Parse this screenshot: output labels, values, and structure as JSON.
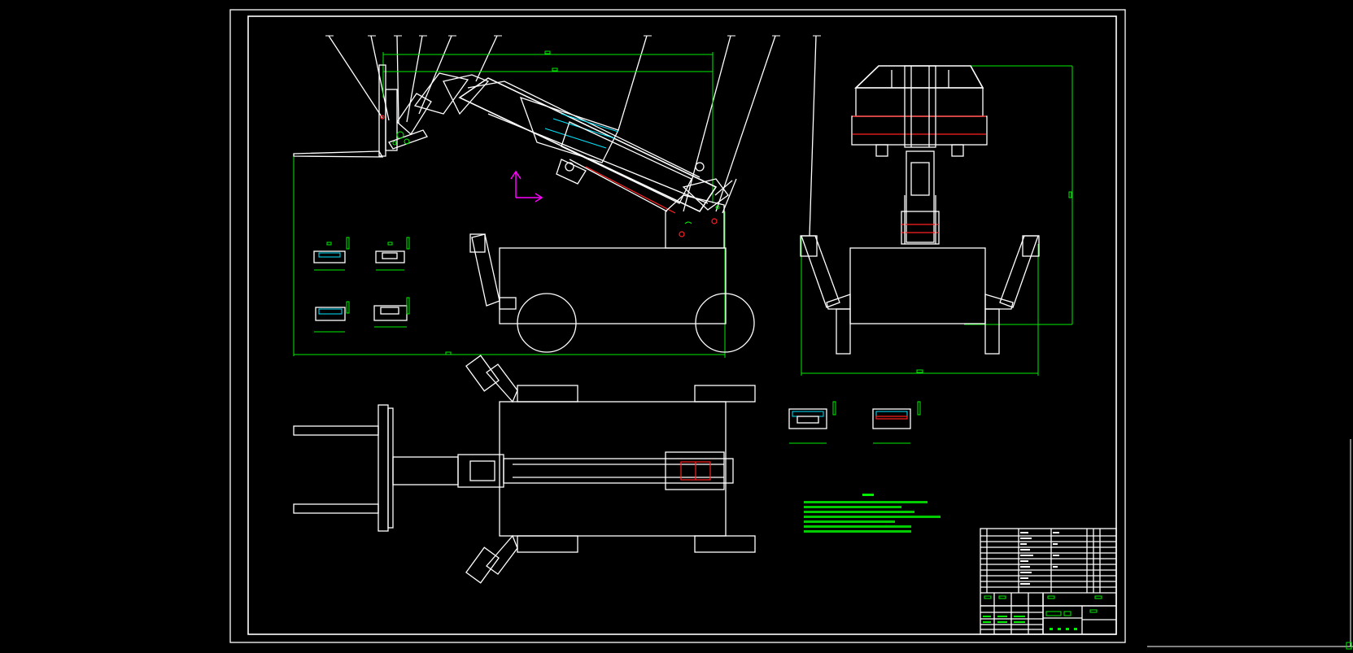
{
  "drawing": {
    "background": "#000000",
    "line_color": "#ffffff",
    "dimension_color": "#00ee00",
    "hatch_color": "#00e5ff",
    "highlight_color": "#ff2020",
    "ucs_color": "#ff00ff"
  },
  "views": [
    "side-elevation",
    "front-elevation",
    "plan-view"
  ],
  "detail_sections": 6,
  "balloon_count": 11,
  "technical_requirements_lines": 6,
  "title_block": {
    "parts_list_rows": 11
  }
}
